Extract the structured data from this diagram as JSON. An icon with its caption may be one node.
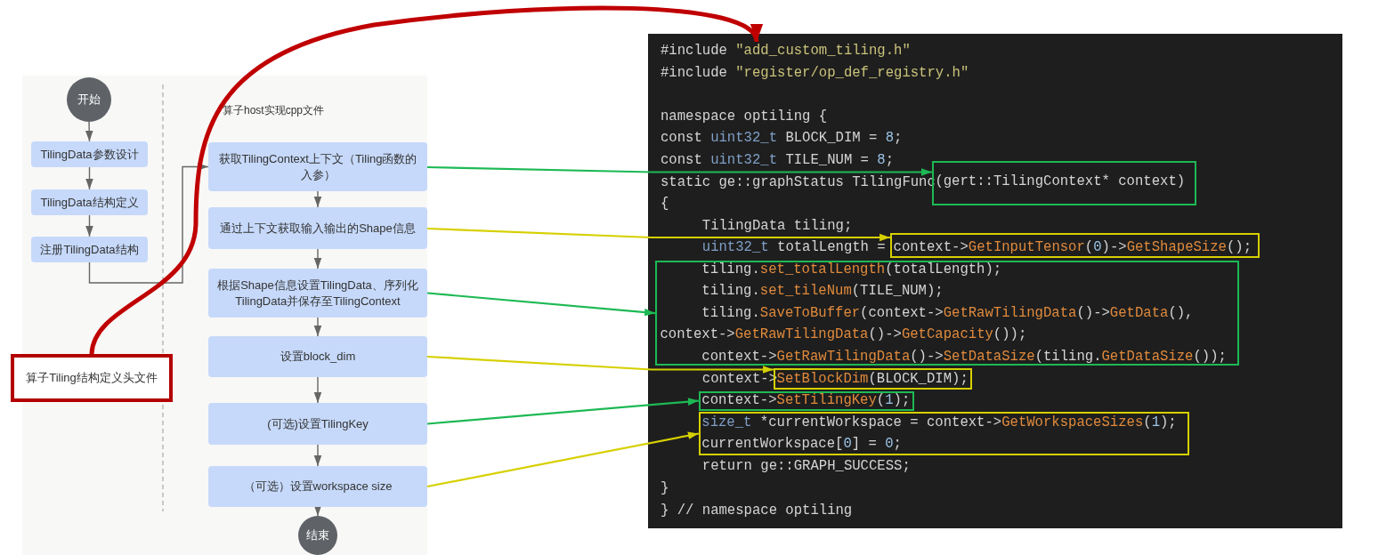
{
  "diagram": {
    "nodes": [
      {
        "text": [
          "开始"
        ]
      },
      {
        "text": [
          "TilingData参数设计"
        ]
      },
      {
        "text": [
          "TilingData结构定义"
        ]
      },
      {
        "text": [
          "注册TilingData结构"
        ]
      },
      {
        "text": [
          "算子Tiling结构定义头文件"
        ]
      },
      {
        "text": [
          "获取TilingContext上下文（Tiling函数的入参）"
        ]
      },
      {
        "text": [
          "通过上下文获取输入输出的Shape信息"
        ]
      },
      {
        "text": [
          "根据Shape信息设置TilingData、序列化TilingData并保存至TilingContext"
        ]
      },
      {
        "text": [
          "设置block_dim"
        ]
      },
      {
        "text": [
          "(可选)设置TilingKey"
        ]
      },
      {
        "text": [
          "（可选）设置workspace size"
        ]
      },
      {
        "text": [
          "结束"
        ]
      },
      {
        "text": [
          "#include \"add_custom_tiling.h\"",
          "#include \"register/op_def_registry.h\"",
          "namespace optiling {",
          "const uint32_t BLOCK_DIM = 8;",
          "const uint32_t TILE_NUM = 8;",
          "static ge::graphStatus TilingFunc",
          "{",
          "TilingData tiling;",
          "uint32_t totalLength =",
          "context->",
          "return ge::GRAPH_SUCCESS;",
          "}",
          "} // namespace optiling"
        ]
      },
      {
        "text": [
          "(gert::TilingContext* context)"
        ],
        "in": 12
      },
      {
        "text": [
          "context->GetInputTensor(0)->GetShapeSize();"
        ],
        "in": 12
      },
      {
        "text": [
          "tiling.set_totalLength(totalLength);",
          "tiling.set_tileNum(TILE_NUM);",
          "tiling.SaveToBuffer(context->GetRawTilingData()->GetData(),",
          "context->GetRawTilingData()->GetCapacity());",
          "context->GetRawTilingData()->SetDataSize(tiling.GetDataSize());"
        ],
        "in": 12
      },
      {
        "text": [
          "SetBlockDim(BLOCK_DIM);"
        ],
        "in": 12
      },
      {
        "text": [
          "context->SetTilingKey(1);"
        ],
        "in": 12
      },
      {
        "text": [
          "size_t *currentWorkspace = context->GetWorkspaceSizes(1);",
          "currentWorkspace[0] = 0;"
        ],
        "in": 12
      }
    ],
    "edges": [
      {
        "from": 0,
        "to": 1,
        "arrow": "to"
      },
      {
        "from": 1,
        "to": 2,
        "arrow": "to"
      },
      {
        "from": 2,
        "to": 3,
        "arrow": "to"
      },
      {
        "from": 3,
        "to": 5,
        "arrow": "to"
      },
      {
        "from": 5,
        "to": 6,
        "arrow": "to"
      },
      {
        "from": 6,
        "to": 7,
        "arrow": "to"
      },
      {
        "from": 7,
        "to": 8,
        "arrow": "to"
      },
      {
        "from": 8,
        "to": 9,
        "arrow": "to"
      },
      {
        "from": 9,
        "to": 10,
        "arrow": "to"
      },
      {
        "from": 10,
        "to": 11,
        "arrow": "to"
      },
      {
        "from": 4,
        "to": 12,
        "arrow": "to",
        "style": "thick",
        "color": "#c00000"
      },
      {
        "from": 5,
        "to": 13,
        "arrow": "to",
        "color": "#1db954"
      },
      {
        "from": 6,
        "to": 14,
        "arrow": "to",
        "color": "#d6d000"
      },
      {
        "from": 7,
        "to": 15,
        "arrow": "to",
        "color": "#1db954"
      },
      {
        "from": 8,
        "to": 16,
        "arrow": "to",
        "color": "#d6d000"
      },
      {
        "from": 9,
        "to": 17,
        "arrow": "to",
        "color": "#1db954"
      },
      {
        "from": 10,
        "to": 18,
        "arrow": "to",
        "color": "#d6d000"
      }
    ],
    "labels": [
      "算子host实现cpp文件"
    ]
  }
}
